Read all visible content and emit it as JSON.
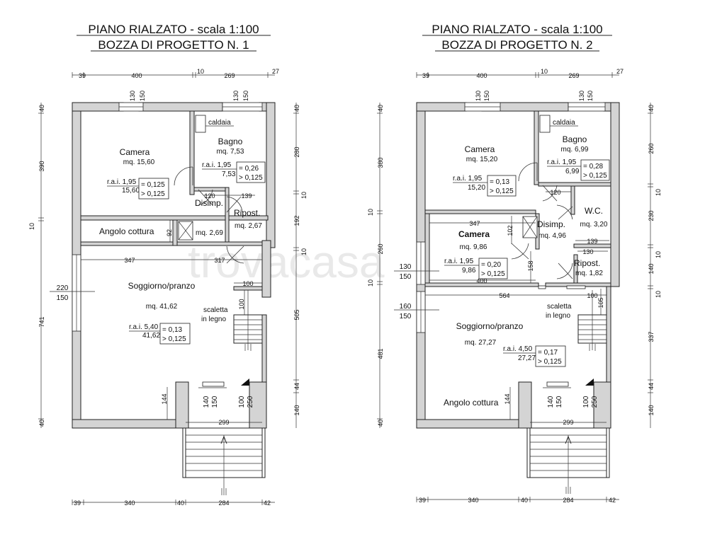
{
  "watermark": "trovacasa",
  "plans": [
    {
      "title_line1": "PIANO RIALZATO - scala 1:100",
      "title_line2": "BOZZA DI PROGETTO N. 1",
      "top_dims": [
        "39",
        "400",
        "10",
        "269",
        "27"
      ],
      "bottom_dims": [
        "39",
        "340",
        "40",
        "284",
        "42"
      ],
      "left_dims": [
        "40",
        "390",
        "10",
        "741",
        "40"
      ],
      "right_dims": [
        "40",
        "280",
        "10",
        "192",
        "10",
        "505",
        "44",
        "140"
      ],
      "window_marks": [
        "130",
        "150",
        "130",
        "150"
      ],
      "rooms": {
        "camera": "Camera",
        "camera_area": "mq. 15,60",
        "bagno": "Bagno",
        "bagno_area": "mq. 7,53",
        "caldaia": "caldaia",
        "disimp": "Disimp.",
        "disimp_area": "mq. 2,69",
        "ripost": "Ripost.",
        "ripost_area": "mq. 2,67",
        "angolo": "Angolo cottura",
        "soggiorno": "Soggiorno/pranzo",
        "soggiorno_area": "mq. 41,62",
        "scaletta1": "scaletta",
        "scaletta2": "in legno"
      },
      "rai": [
        {
          "l1": "r.a.i.  1,95",
          "l2": "15,60",
          "v1": "= 0,125",
          "v2": "> 0,125"
        },
        {
          "l1": "r.a.i.  1,95",
          "l2": "7,53",
          "v1": "= 0,26",
          "v2": "> 0,125"
        },
        {
          "l1": "r.a.i.  5,40",
          "l2": "41,62",
          "v1": "= 0,13",
          "v2": "> 0,125"
        }
      ],
      "inner_dims": [
        "120",
        "139",
        "92",
        "347",
        "317",
        "100",
        "100",
        "144",
        "140",
        "150",
        "100",
        "250",
        "299",
        "220",
        "150"
      ]
    },
    {
      "title_line1": "PIANO RIALZATO - scala 1:100",
      "title_line2": "BOZZA DI PROGETTO N. 2",
      "top_dims": [
        "39",
        "400",
        "10",
        "269",
        "27"
      ],
      "bottom_dims": [
        "39",
        "340",
        "40",
        "284",
        "42"
      ],
      "left_dims": [
        "40",
        "380",
        "10",
        "260",
        "10",
        "481",
        "40"
      ],
      "right_dims": [
        "40",
        "260",
        "10",
        "230",
        "10",
        "140",
        "10",
        "337",
        "44",
        "140"
      ],
      "window_marks": [
        "130",
        "150",
        "130",
        "150"
      ],
      "rooms": {
        "camera": "Camera",
        "camera_area": "mq. 15,20",
        "bagno": "Bagno",
        "bagno_area": "mq. 6,99",
        "caldaia": "caldaia",
        "wc": "W.C.",
        "wc_area": "mq. 3,20",
        "disimp": "Disimp.",
        "disimp_area": "mq. 4,96",
        "camera2": "Camera",
        "camera2_area": "mq. 9,86",
        "ripost": "Ripost.",
        "ripost_area": "mq. 1,82",
        "soggiorno": "Soggiorno/pranzo",
        "soggiorno_area": "mq. 27,27",
        "angolo": "Angolo cottura",
        "scaletta1": "scaletta",
        "scaletta2": "in legno"
      },
      "rai": [
        {
          "l1": "r.a.i.  1,95",
          "l2": "15,20",
          "v1": "= 0,13",
          "v2": "> 0,125"
        },
        {
          "l1": "r.a.i.  1,95",
          "l2": "6,99",
          "v1": "= 0,28",
          "v2": "> 0,125"
        },
        {
          "l1": "r.a.i.  1,95",
          "l2": "9,86",
          "v1": "= 0,20",
          "v2": "> 0,125"
        },
        {
          "l1": "r.a.i.  4,50",
          "l2": "27,27",
          "v1": "= 0,17",
          "v2": "> 0,125"
        }
      ],
      "inner_dims": [
        "120",
        "139",
        "347",
        "102",
        "158",
        "400",
        "130",
        "564",
        "100",
        "105",
        "144",
        "140",
        "150",
        "100",
        "250",
        "299",
        "130",
        "150",
        "160",
        "150"
      ]
    }
  ]
}
